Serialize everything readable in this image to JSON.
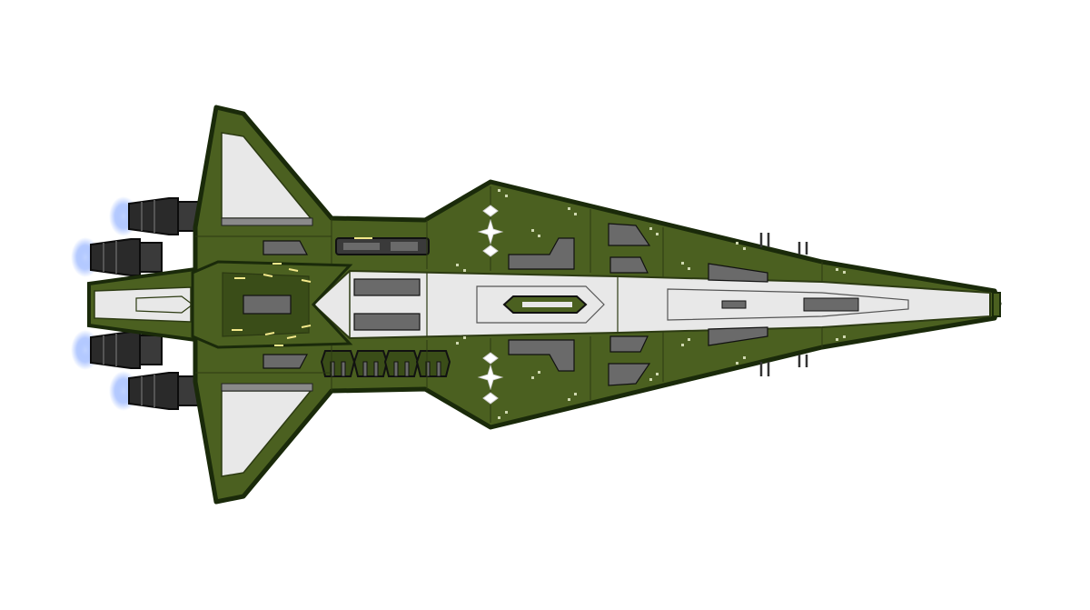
{
  "scene": {
    "subject": "starship-top-view",
    "colors": {
      "background": "#ffffff",
      "hull": "#4b6020",
      "hull_dark": "#3a4d18",
      "outline": "#1a2a0a",
      "panel_line": "#2c3a12",
      "spine": "#e8e8e8",
      "gray_plate": "#6a6a6a",
      "engine": "#2a2a2a",
      "engine_glow": "#7aa0ff",
      "cockpit_light": "#f2e88a"
    },
    "icons": [
      "four-point-star-insignia",
      "diamond-insignia",
      "turret-icon",
      "engine-nozzle-icon"
    ]
  }
}
